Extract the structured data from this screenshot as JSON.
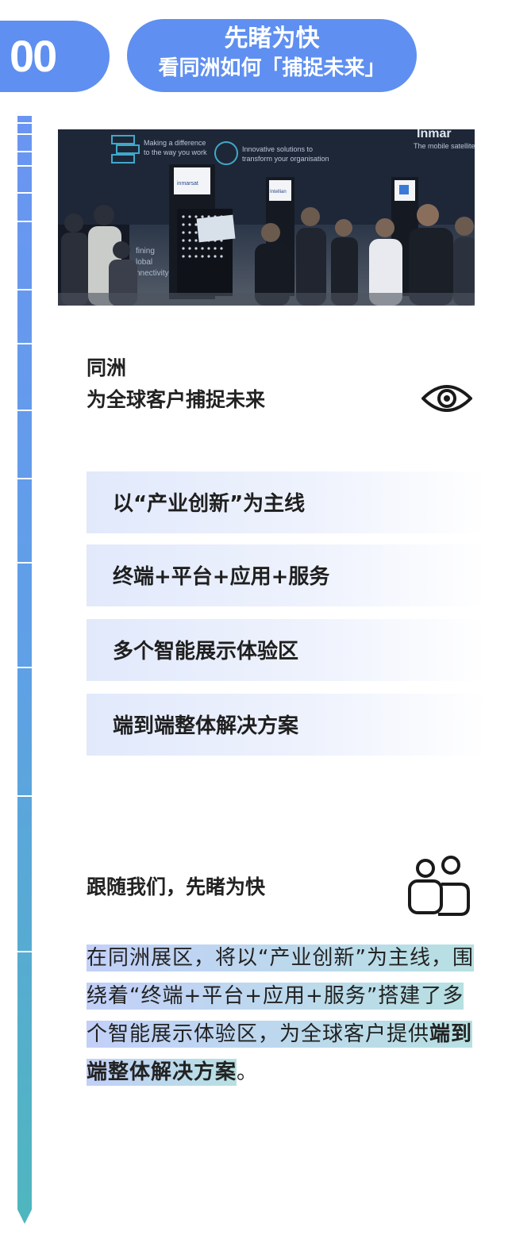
{
  "header": {
    "number": "00",
    "title_line1": "先睹为快",
    "title_line2": "看同洲如何「捕捉未来」"
  },
  "photo": {
    "sign_left_line1": "Making a difference",
    "sign_left_line2": "to the way you work",
    "sign_mid_line1": "Innovative solutions to",
    "sign_mid_line2": "transform your organisation",
    "sign_right": "The mobile satellite",
    "brand1": "inmarsat",
    "brand2": "Intellian",
    "banner_top": "Inmar",
    "wall_text_1": "fining",
    "wall_text_2": "lobal",
    "wall_text_3": "nnectivity"
  },
  "intro": {
    "line1": "同洲",
    "line2": "为全球客户捕捉未来"
  },
  "features": [
    {
      "label": "以“产业创新”为主线"
    },
    {
      "label": "终端+平台+应用+服务"
    },
    {
      "label": "多个智能展示体验区"
    },
    {
      "label": "端到端整体解决方案"
    }
  ],
  "follow": {
    "label": "跟随我们，先睹为快"
  },
  "paragraph": {
    "normal": "在同洲展区，将以“产业创新”为主线，围绕着“终端+平台+应用+服务”搭建了多个智能展示体验区，为全球客户提供",
    "bold": "端到端整体解决方案",
    "end": "。"
  },
  "icons": {
    "eye": "eye-icon",
    "people": "people-icon"
  },
  "colors": {
    "accent": "#5f8ff0",
    "timeline_top": "#6a95f2",
    "timeline_bottom": "#4fb6bf"
  }
}
